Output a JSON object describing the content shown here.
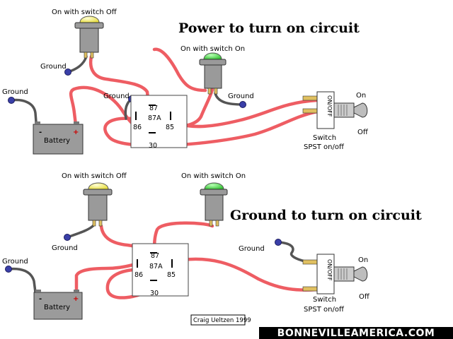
{
  "top": {
    "title": "Power to turn on circuit",
    "lamp_off_label": "On with switch Off",
    "lamp_on_label": "On with switch On",
    "ground_lamp_off": "Ground",
    "ground_battery": "Ground",
    "ground_relay": "Ground",
    "ground_lamp_on": "Ground",
    "battery_label": "Battery",
    "battery_minus": "-",
    "battery_plus": "+",
    "pin_87": "87",
    "pin_87a": "87A",
    "pin_86": "86",
    "pin_85": "85",
    "pin_30": "30",
    "switch_text": "ON/OFF",
    "switch_label": "Switch",
    "switch_type": "SPST on/off",
    "switch_on": "On",
    "switch_off": "Off"
  },
  "bottom": {
    "title": "Ground to turn on circuit",
    "lamp_off_label": "On with switch Off",
    "lamp_on_label": "On with switch On",
    "ground_lamp_off": "Ground",
    "ground_battery": "Ground",
    "ground_lamp_on": "Ground",
    "battery_label": "Battery",
    "battery_minus": "-",
    "battery_plus": "+",
    "pin_87": "87",
    "pin_87a": "87A",
    "pin_86": "86",
    "pin_85": "85",
    "pin_30": "30",
    "switch_text": "ON/OFF",
    "switch_label": "Switch",
    "switch_type": "SPST on/off",
    "switch_on": "On",
    "switch_off": "Off"
  },
  "credit": "Craig Ueltzen 1999",
  "site_banner": "BONNEVILLEAMERICA.COM",
  "colors": {
    "wire": "#ee5d63",
    "ground_wire": "#555555",
    "lamp_yellow": "#f4f07a",
    "lamp_green": "#55dd55",
    "housing": "#9a9a9a"
  }
}
